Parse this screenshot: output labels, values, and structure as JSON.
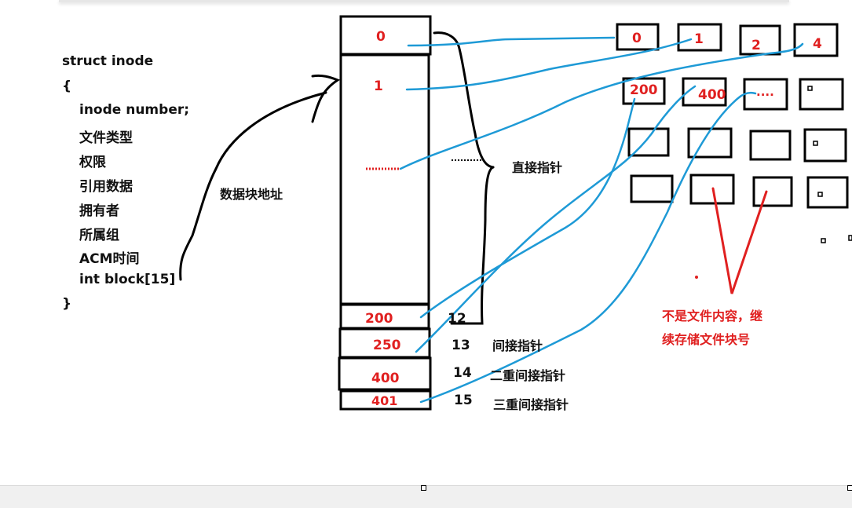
{
  "struct": {
    "lines": [
      "struct inode",
      "{",
      "inode number;",
      "文件类型",
      "权限",
      "引用数据",
      "拥有者",
      "所属组",
      "ACM时间",
      "int block[15]",
      "}"
    ]
  },
  "labels": {
    "data_block_addr": "数据块地址",
    "direct": "直接指针",
    "indirect": "间接指针",
    "double_indirect": "二重间接指针",
    "triple_indirect": "三重间接指针",
    "note_line1": "不是文件内容，继",
    "note_line2": "续存储文件块号"
  },
  "inode_cells": {
    "first": "0",
    "second": "1",
    "ellipsis": "......",
    "dots": ".........",
    "b200": "200",
    "b250": "250",
    "b400": "400",
    "b401": "401"
  },
  "indices": {
    "i12": "12",
    "i13": "13",
    "i14": "14",
    "i15": "15"
  },
  "blocks": {
    "row1": [
      "0",
      "1",
      "2",
      "4"
    ],
    "row2": [
      "200",
      "400",
      "....",
      ""
    ]
  },
  "colors": {
    "red": "#e02020",
    "blue": "#1e9ad6",
    "black": "#000000"
  }
}
